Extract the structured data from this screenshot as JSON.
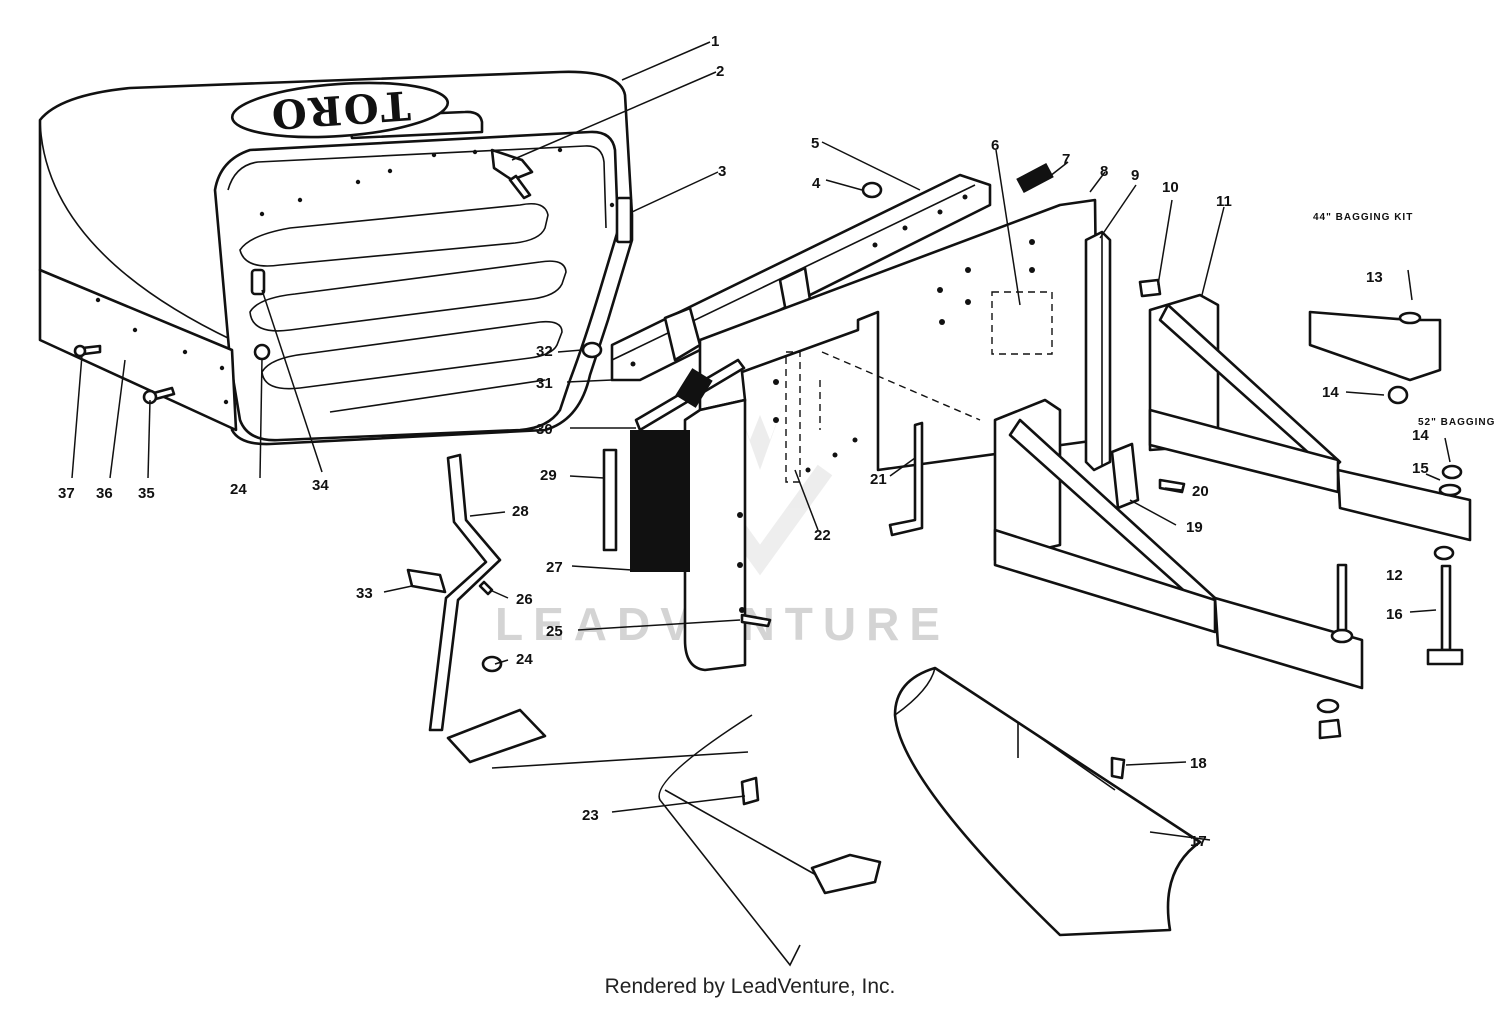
{
  "diagram": {
    "brand_logo": "TORO",
    "watermark": "LEADVENTURE",
    "kit_labels": [
      "44\" BAGGING KIT",
      "52\" BAGGING"
    ],
    "callouts": [
      "1",
      "2",
      "3",
      "4",
      "5",
      "6",
      "7",
      "8",
      "9",
      "10",
      "11",
      "12",
      "13",
      "14",
      "14",
      "15",
      "16",
      "17",
      "18",
      "19",
      "20",
      "21",
      "22",
      "23",
      "24",
      "24",
      "25",
      "26",
      "27",
      "28",
      "29",
      "30",
      "31",
      "32",
      "33",
      "34",
      "35",
      "36",
      "37"
    ],
    "credit": "Rendered by LeadVenture, Inc."
  }
}
